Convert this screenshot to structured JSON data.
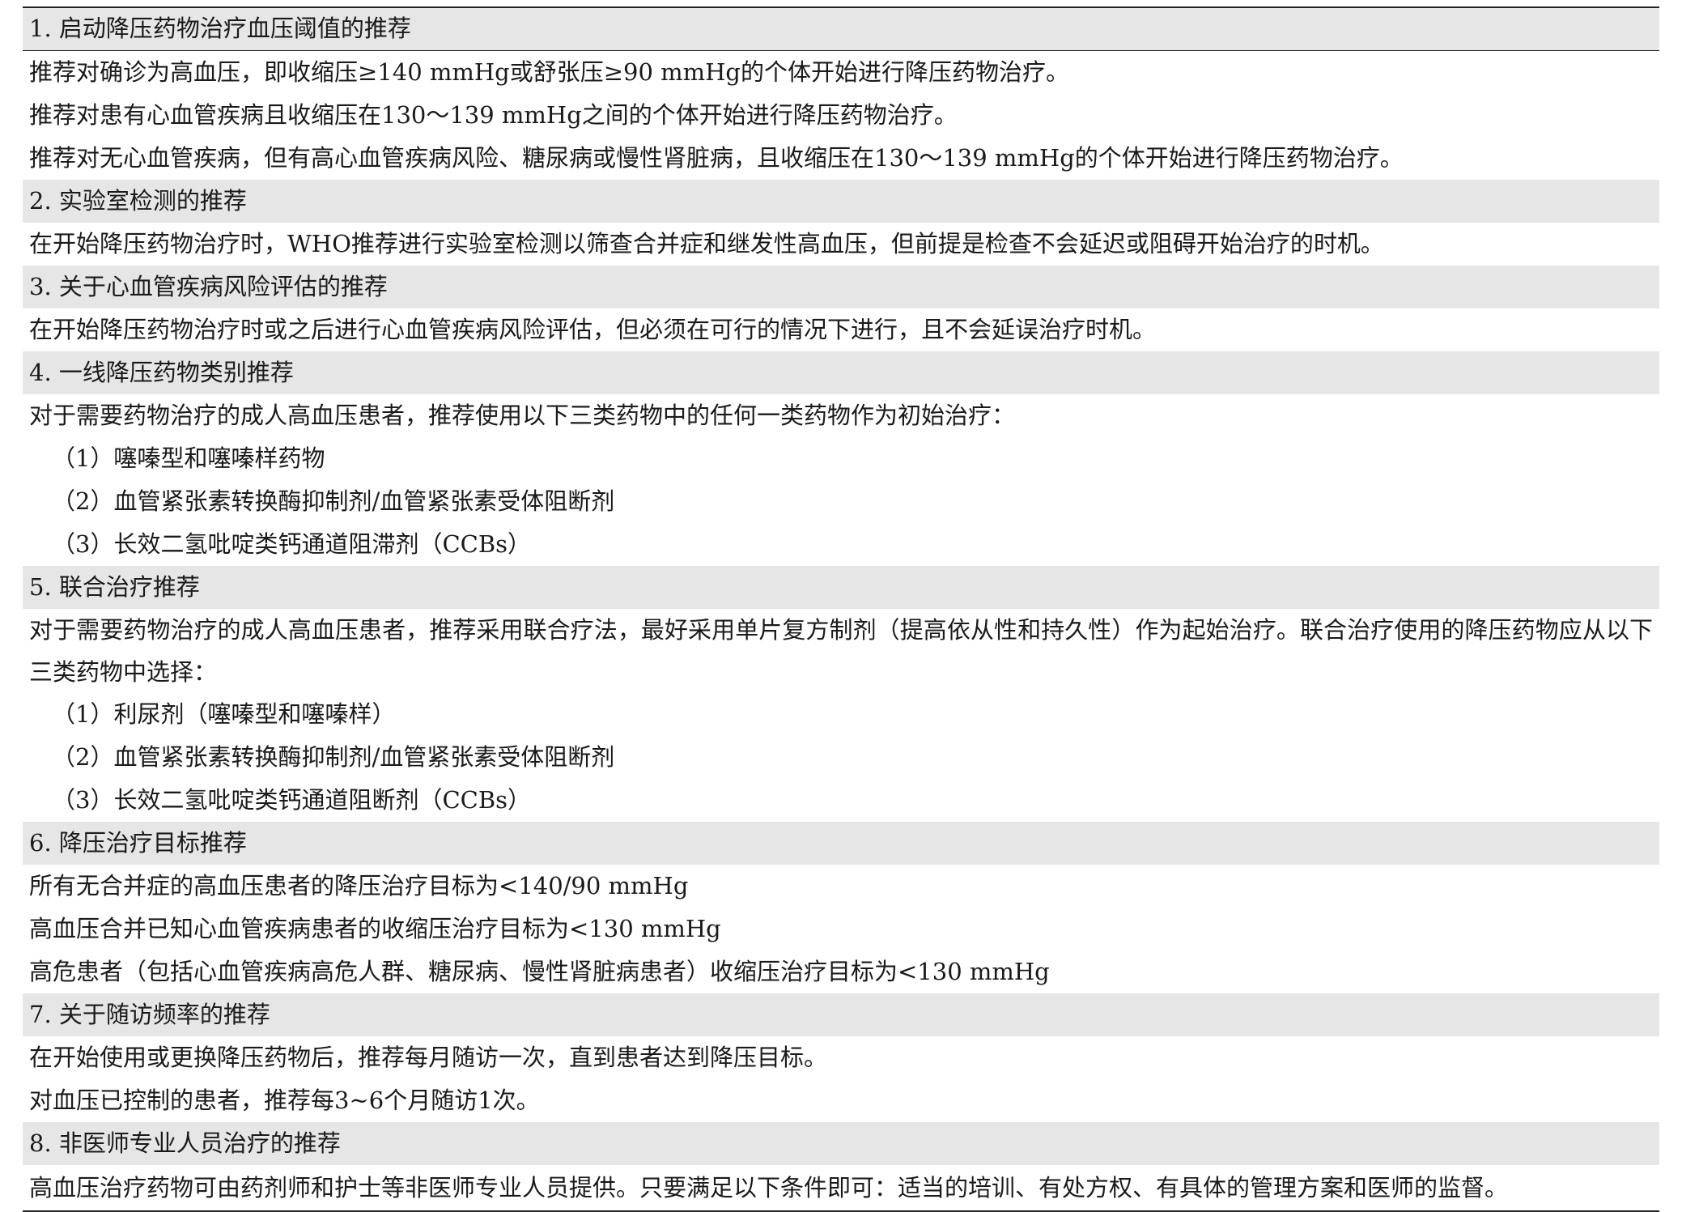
{
  "sections": [
    {
      "title": "1. 启动降压药物治疗血压阈值的推荐",
      "lines": [
        "推荐对确诊为高血压，即收缩压≥140 mmHg或舒张压≥90 mmHg的个体开始进行降压药物治疗。",
        "推荐对患有心血管疾病且收缩压在130～139 mmHg之间的个体开始进行降压药物治疗。",
        "推荐对无心血管疾病，但有高心血管疾病风险、糖尿病或慢性肾脏病，且收缩压在130～139 mmHg的个体开始进行降压药物治疗。"
      ]
    },
    {
      "title": "2. 实验室检测的推荐",
      "lines": [
        "在开始降压药物治疗时，WHO推荐进行实验室检测以筛查合并症和继发性高血压，但前提是检查不会延迟或阻碍开始治疗的时机。"
      ]
    },
    {
      "title": "3. 关于心血管疾病风险评估的推荐",
      "lines": [
        "在开始降压药物治疗时或之后进行心血管疾病风险评估，但必须在可行的情况下进行，且不会延误治疗时机。"
      ]
    },
    {
      "title": "4. 一线降压药物类别推荐",
      "lines": [
        "对于需要药物治疗的成人高血压患者，推荐使用以下三类药物中的任何一类药物作为初始治疗："
      ],
      "subitems": [
        "（1）噻嗪型和噻嗪样药物",
        "（2）血管紧张素转换酶抑制剂/血管紧张素受体阻断剂",
        "（3）长效二氢吡啶类钙通道阻滞剂（CCBs）"
      ]
    },
    {
      "title": "5. 联合治疗推荐",
      "lines": [
        "对于需要药物治疗的成人高血压患者，推荐采用联合疗法，最好采用单片复方制剂（提高依从性和持久性）作为起始治疗。联合治疗使用的降压药物应从以下三类药物中选择："
      ],
      "subitems": [
        "（1）利尿剂（噻嗪型和噻嗪样）",
        "（2）血管紧张素转换酶抑制剂/血管紧张素受体阻断剂",
        "（3）长效二氢吡啶类钙通道阻断剂（CCBs）"
      ]
    },
    {
      "title": "6. 降压治疗目标推荐",
      "lines": [
        "所有无合并症的高血压患者的降压治疗目标为<140/90 mmHg",
        "高血压合并已知心血管疾病患者的收缩压治疗目标为<130 mmHg",
        "高危患者（包括心血管疾病高危人群、糖尿病、慢性肾脏病患者）收缩压治疗目标为<130 mmHg"
      ]
    },
    {
      "title": "7. 关于随访频率的推荐",
      "lines": [
        "在开始使用或更换降压药物后，推荐每月随访一次，直到患者达到降压目标。",
        "对血压已控制的患者，推荐每3~6个月随访1次。"
      ]
    },
    {
      "title": "8. 非医师专业人员治疗的推荐",
      "lines": [
        "高血压治疗药物可由药剂师和护士等非医师专业人员提供。只要满足以下条件即可：适当的培训、有处方权、有具体的管理方案和医师的监督。"
      ]
    }
  ]
}
